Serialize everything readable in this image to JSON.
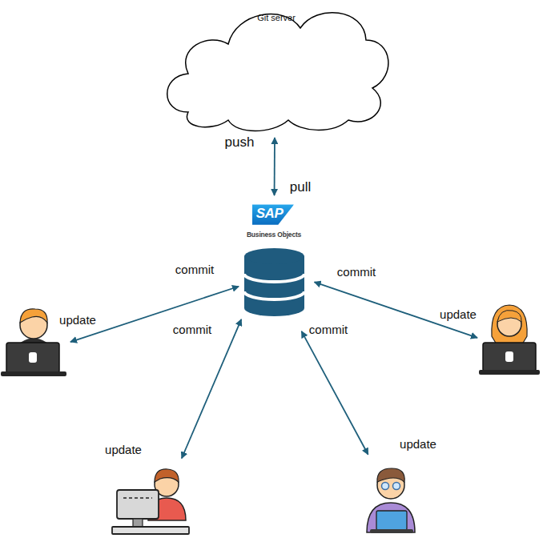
{
  "diagram": {
    "nodes": [
      {
        "text": [
          "Git server"
        ]
      },
      {
        "text": [
          "SAP",
          "Business Objects"
        ]
      },
      {
        "text": [
          "update"
        ]
      },
      {
        "text": [
          "update"
        ]
      },
      {
        "text": [
          "update"
        ]
      },
      {
        "text": [
          "update"
        ]
      }
    ],
    "edges": [
      {
        "from": 0,
        "to": 1,
        "arrow": "both",
        "label": "push"
      },
      {
        "from": 1,
        "to": 2,
        "arrow": "both",
        "label": "commit"
      },
      {
        "from": 1,
        "to": 3,
        "arrow": "both",
        "label": "commit"
      },
      {
        "from": 1,
        "to": 4,
        "arrow": "both",
        "label": "commit"
      },
      {
        "from": 1,
        "to": 5,
        "arrow": "both",
        "label": "commit"
      }
    ],
    "labels": [
      "pull"
    ]
  }
}
